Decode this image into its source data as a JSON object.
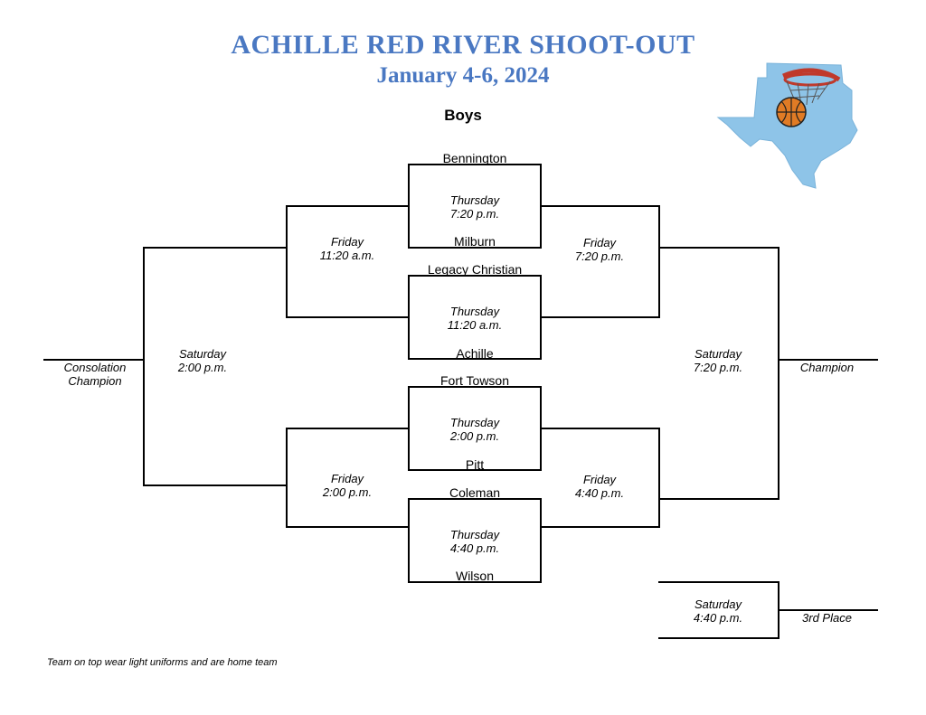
{
  "header": {
    "title": "ACHILLE RED RIVER SHOOT-OUT",
    "dates": "January 4-6, 2024",
    "division": "Boys"
  },
  "colors": {
    "title": "#4a78c2",
    "map": "#8ec4e8",
    "ball": "#e07b25",
    "rim": "#c0392b"
  },
  "teams": {
    "t1": "Bennington",
    "t2": "Milburn",
    "t3": "Legacy Christian",
    "t4": "Achille",
    "t5": "Fort Towson",
    "t6": "Pitt",
    "t7": "Coleman",
    "t8": "Wilson"
  },
  "games": {
    "thu1": {
      "day": "Thursday",
      "time": "7:20 p.m."
    },
    "thu2": {
      "day": "Thursday",
      "time": "11:20 a.m."
    },
    "thu3": {
      "day": "Thursday",
      "time": "2:00 p.m."
    },
    "thu4": {
      "day": "Thursday",
      "time": "4:40 p.m."
    },
    "fri_cons_top": {
      "day": "Friday",
      "time": "11:20 a.m."
    },
    "fri_cons_bot": {
      "day": "Friday",
      "time": "2:00 p.m."
    },
    "fri_win_top": {
      "day": "Friday",
      "time": "7:20 p.m."
    },
    "fri_win_bot": {
      "day": "Friday",
      "time": "4:40 p.m."
    },
    "sat_cons": {
      "day": "Saturday",
      "time": "2:00 p.m."
    },
    "sat_champ": {
      "day": "Saturday",
      "time": "7:20 p.m."
    },
    "sat_third": {
      "day": "Saturday",
      "time": "4:40 p.m."
    }
  },
  "results": {
    "consolation_line1": "Consolation",
    "consolation_line2": "Champion",
    "champion": "Champion",
    "third_place": "3rd Place"
  },
  "footer": {
    "note": "Team on top wear light uniforms and are home team"
  },
  "logo": {
    "icon": "texas-oklahoma-map-basketball-hoop-icon"
  }
}
